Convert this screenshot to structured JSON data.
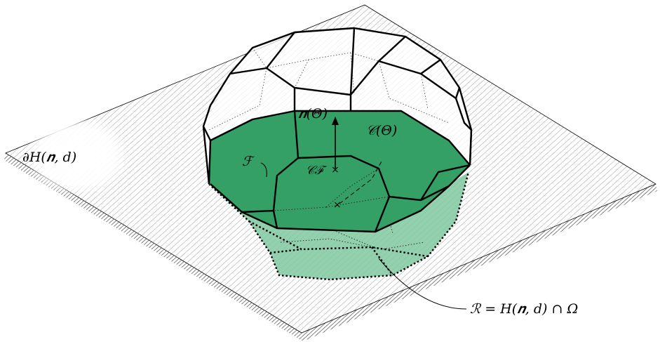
{
  "labels": {
    "plane": "∂H(𝒏, d)",
    "normal": "𝒏(Θ)",
    "cut_center": "𝒞(Θ)",
    "face": "ℱ",
    "face_centroid": "𝒞ℱ",
    "region": "ℛ = H(𝒏, d) ∩ Ω"
  },
  "colors": {
    "face_fill": "#34a065",
    "region_fill": "#80c8a0",
    "hatch": "#9c9c9c",
    "edge": "#000000"
  }
}
